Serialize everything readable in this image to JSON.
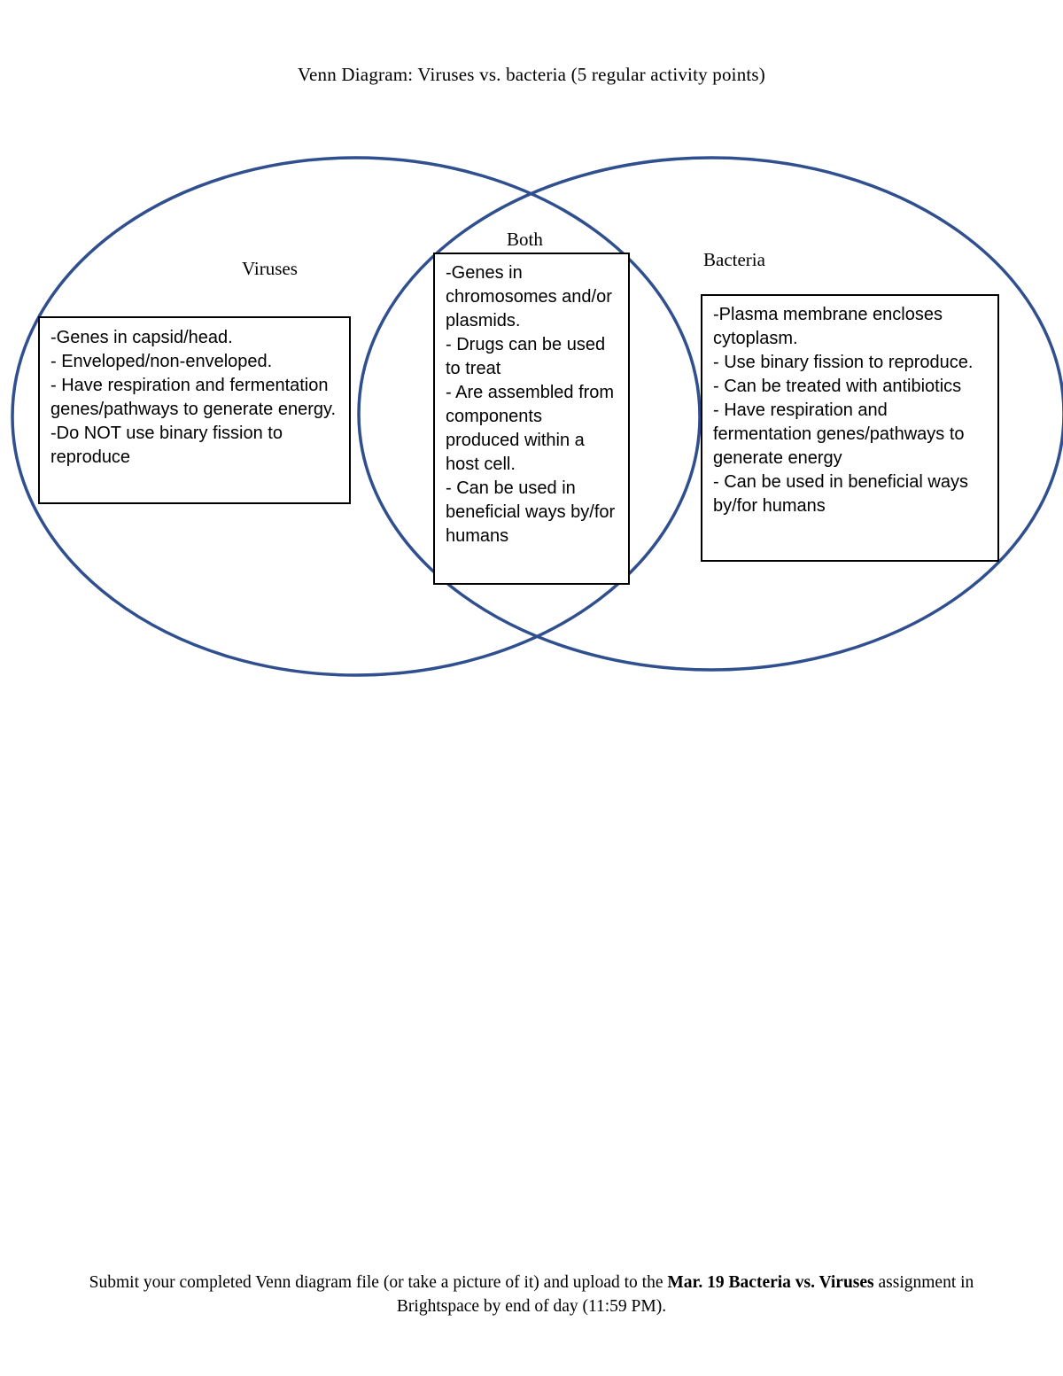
{
  "title": "Venn Diagram: Viruses vs. bacteria (5 regular activity points)",
  "colors": {
    "circle_stroke": "#2f4f8f",
    "box_border": "#000000"
  },
  "sets": {
    "left": {
      "label": "Viruses",
      "items": [
        "-Genes in capsid/head.",
        "- Enveloped/non-enveloped.",
        "- Have respiration and fermentation genes/pathways to generate energy.",
        "-Do NOT use binary fission to reproduce"
      ]
    },
    "both": {
      "label": "Both",
      "items": [
        "-Genes in chromosomes and/or plasmids.",
        "- Drugs can be used to treat",
        "- Are assembled from components produced within a host cell.",
        "- Can be used in beneficial ways by/for humans"
      ]
    },
    "right": {
      "label": "Bacteria",
      "items": [
        "-Plasma membrane encloses cytoplasm.",
        "- Use binary fission to reproduce.",
        "- Can be treated with antibiotics",
        "- Have respiration and fermentation genes/pathways to generate energy",
        "- Can be used in beneficial ways by/for humans"
      ]
    }
  },
  "footer": {
    "text_1": "Submit your completed Venn diagram file (or take a picture of it) and upload to the ",
    "bold_1": "Mar. 19 Bacteria vs. Viruses",
    "text_2": " assignment in Brightspace by end of day (11:59 PM)."
  }
}
